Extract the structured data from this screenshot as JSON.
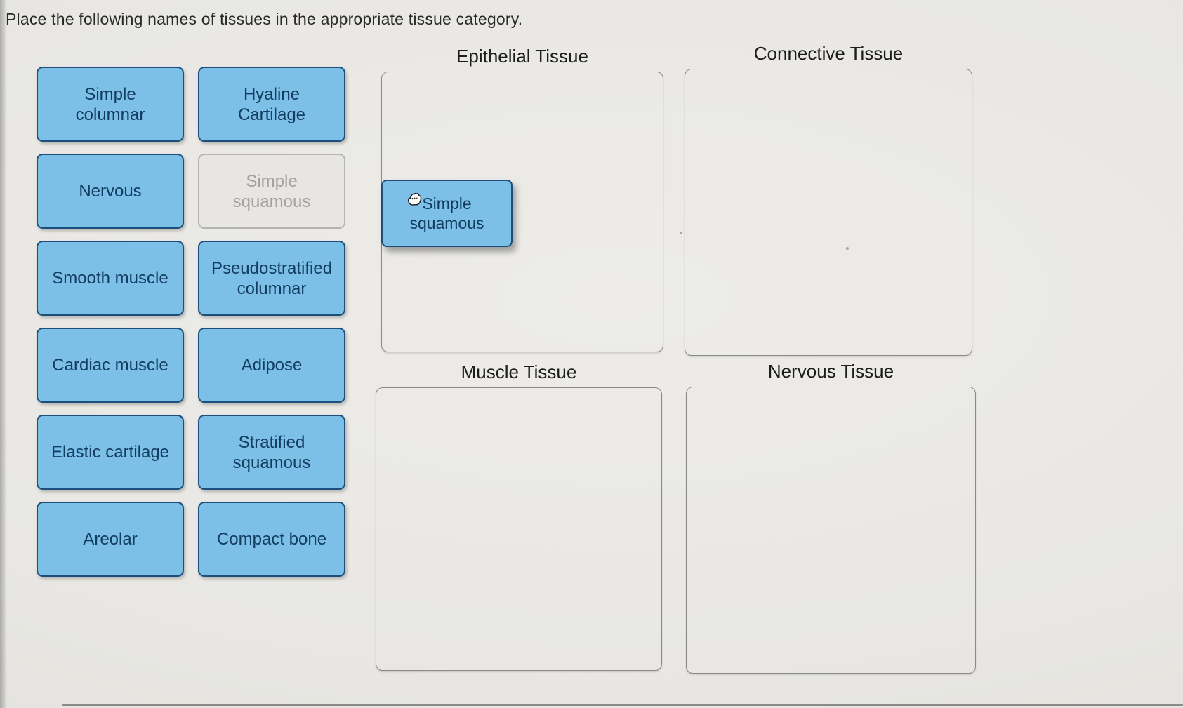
{
  "title": "Place the following names of tissues in the appropriate tissue category.",
  "colors": {
    "chip_blue": "#7cbfe7",
    "chip_border": "#1c4f7d",
    "chip_text": "#133c61",
    "ghost_bg": "#e7e6e2",
    "ghost_border": "#b5b4b0",
    "ghost_text": "#a3a29e",
    "box_border": "#8a8985",
    "heading_text": "#1d1d1b",
    "background": "#e8e7e3"
  },
  "categories": [
    {
      "id": "epithelial",
      "label": "Epithelial Tissue"
    },
    {
      "id": "connective",
      "label": "Connective Tissue"
    },
    {
      "id": "muscle",
      "label": "Muscle Tissue"
    },
    {
      "id": "nervous",
      "label": "Nervous Tissue"
    }
  ],
  "tray": {
    "chips": [
      {
        "label": "Simple\ncolumnar",
        "state": "normal"
      },
      {
        "label": "Hyaline\nCartilage",
        "state": "normal"
      },
      {
        "label": "Nervous",
        "state": "normal"
      },
      {
        "label": "Simple\nsquamous",
        "state": "ghost"
      },
      {
        "label": "Smooth muscle",
        "state": "normal"
      },
      {
        "label": "Pseudostratified\ncolumnar",
        "state": "normal"
      },
      {
        "label": "Cardiac muscle",
        "state": "normal"
      },
      {
        "label": "Adipose",
        "state": "normal"
      },
      {
        "label": "Elastic cartilage",
        "state": "normal"
      },
      {
        "label": "Stratified\nsquamous",
        "state": "normal"
      },
      {
        "label": "Areolar",
        "state": "normal"
      },
      {
        "label": "Compact bone",
        "state": "normal"
      }
    ]
  },
  "dragged_chip": {
    "label": "Simple\nsquamous",
    "state": "dragging",
    "cursor": "grabbing-hand"
  }
}
